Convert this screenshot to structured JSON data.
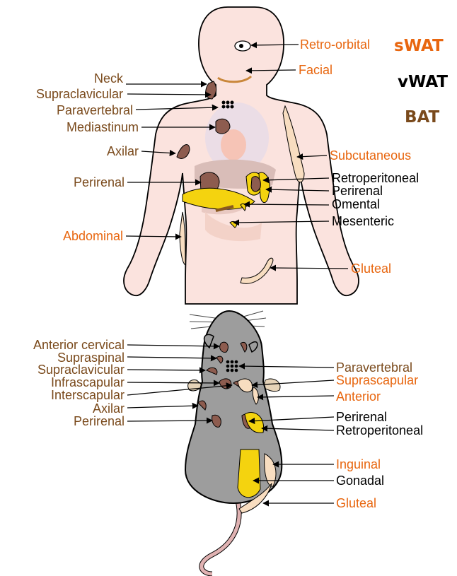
{
  "legend": {
    "swat": "sWAT",
    "vwat": "vWAT",
    "bat": "BAT"
  },
  "colors": {
    "swat": "#e8660f",
    "vwat": "#000000",
    "bat": "#7a4a1c",
    "skin_human": "#fbe3de",
    "skin_mouse": "#9d9d9d",
    "yellow_fat": "#f4d30f",
    "beige_fat": "#f8ddc0",
    "brown_fat": "#8d5c4f"
  },
  "human_labels": {
    "retro_orbital": "Retro-orbital",
    "facial": "Facial",
    "neck": "Neck",
    "supraclavicular": "Supraclavicular",
    "paravertebral": "Paravertebral",
    "mediastinum": "Mediastinum",
    "axilar": "Axilar",
    "subcutaneous": "Subcutaneous",
    "perirenal_left": "Perirenal",
    "retroperitoneal": "Retroperitoneal",
    "perirenal_right": "Perirenal",
    "omental": "Omental",
    "mesenteric": "Mesenteric",
    "abdominal": "Abdominal",
    "gluteal": "Gluteal"
  },
  "mouse_labels": {
    "anterior_cervical": "Anterior cervical",
    "supraspinal": "Supraspinal",
    "supraclavicular": "Supraclavicular",
    "infrascapular": "Infrascapular",
    "interscapular": "Interscapular",
    "axilar": "Axilar",
    "perirenal_left": "Perirenal",
    "paravertebral": "Paravertebral",
    "suprascapular": "Suprascapular",
    "anterior": "Anterior",
    "perirenal_right": "Perirenal",
    "retroperitoneal": "Retroperitoneal",
    "inguinal": "Inguinal",
    "gonadal": "Gonadal",
    "gluteal": "Gluteal"
  }
}
